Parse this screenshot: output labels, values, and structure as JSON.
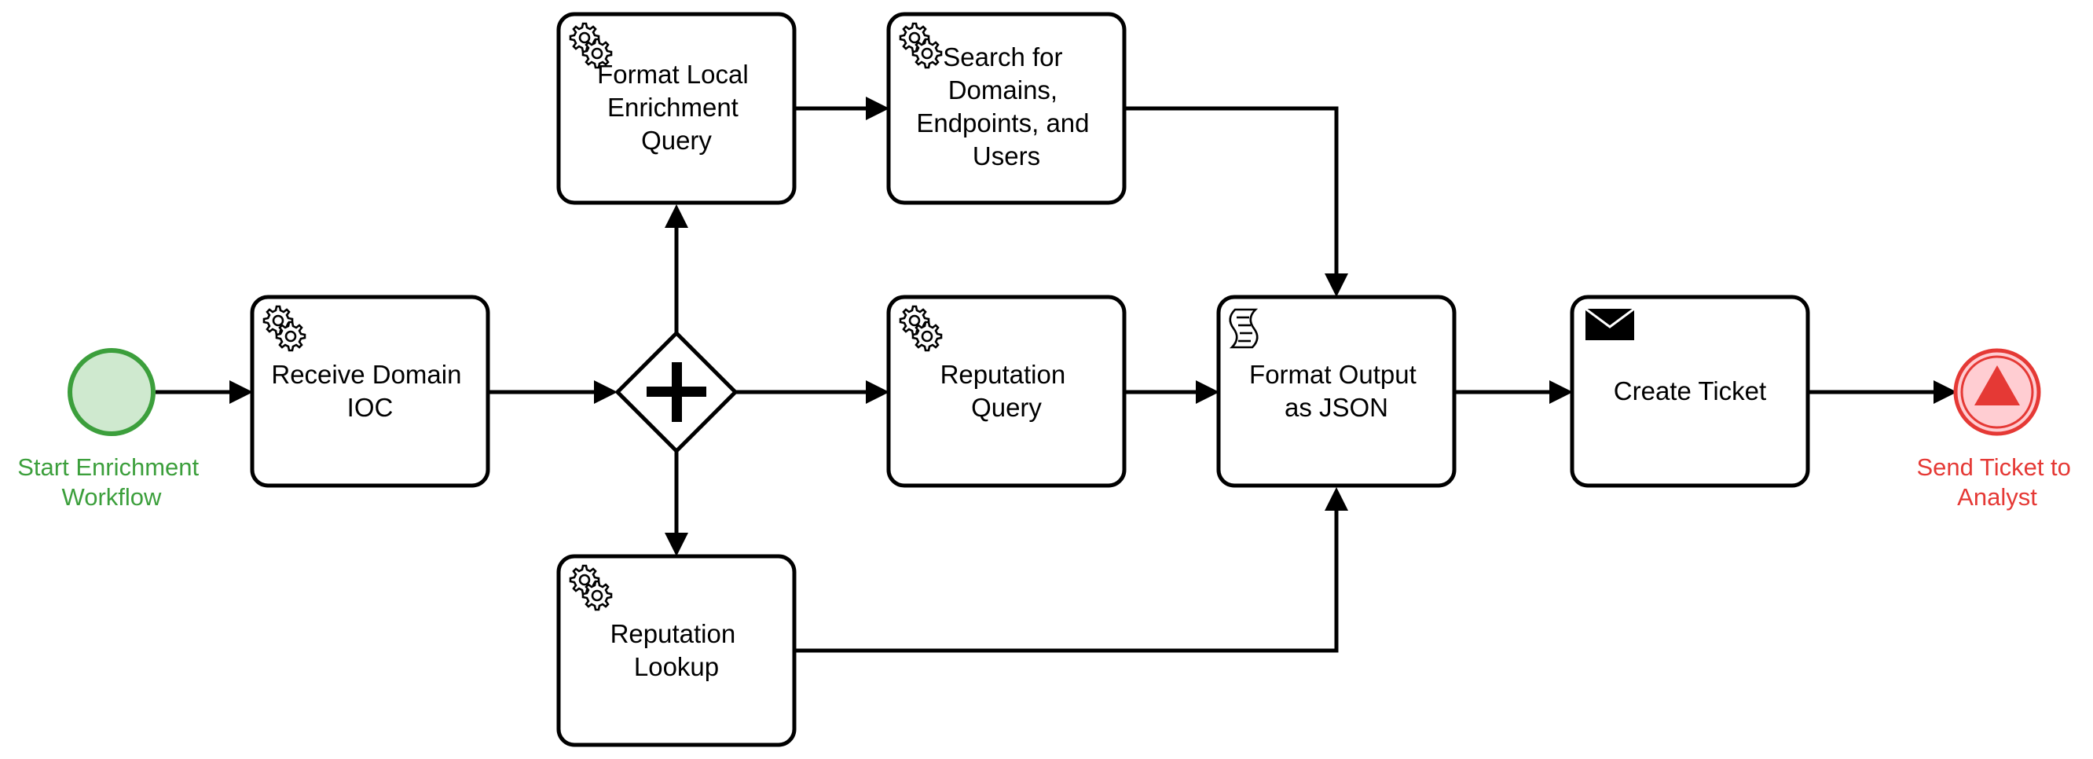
{
  "diagram": {
    "type": "bpmn-process",
    "start_event": {
      "label_lines": [
        "Start Enrichment",
        "Workflow"
      ],
      "color": "#3c9f3c",
      "fill": "#cfe9cf"
    },
    "end_event": {
      "label_lines": [
        "Send Ticket to",
        "Analyst"
      ],
      "color": "#e53935",
      "fill": "#ffcdd2",
      "icon": "triangle-escalation-icon"
    },
    "gateway": {
      "type": "parallel",
      "icon": "plus-icon"
    },
    "tasks": {
      "receive_domain_ioc": {
        "label_lines": [
          "Receive Domain",
          "IOC"
        ],
        "icon": "gear-icon"
      },
      "format_local_enrichment_query": {
        "label_lines": [
          "Format Local",
          "Enrichment",
          "Query"
        ],
        "icon": "gear-icon"
      },
      "search_domains": {
        "label_lines": [
          "Search for",
          "Domains,",
          "Endpoints, and",
          "Users"
        ],
        "icon": "gear-icon"
      },
      "reputation_query": {
        "label_lines": [
          "Reputation",
          "Query"
        ],
        "icon": "gear-icon"
      },
      "reputation_lookup": {
        "label_lines": [
          "Reputation",
          "Lookup"
        ],
        "icon": "gear-icon"
      },
      "format_output_json": {
        "label_lines": [
          "Format Output",
          "as JSON"
        ],
        "icon": "script-icon"
      },
      "create_ticket": {
        "label_lines": [
          "Create Ticket"
        ],
        "icon": "envelope-icon"
      }
    },
    "flows": [
      [
        "start_event",
        "receive_domain_ioc"
      ],
      [
        "receive_domain_ioc",
        "gateway"
      ],
      [
        "gateway",
        "format_local_enrichment_query"
      ],
      [
        "gateway",
        "reputation_query"
      ],
      [
        "gateway",
        "reputation_lookup"
      ],
      [
        "format_local_enrichment_query",
        "search_domains"
      ],
      [
        "search_domains",
        "format_output_json"
      ],
      [
        "reputation_query",
        "format_output_json"
      ],
      [
        "reputation_lookup",
        "format_output_json"
      ],
      [
        "format_output_json",
        "create_ticket"
      ],
      [
        "create_ticket",
        "end_event"
      ]
    ]
  }
}
